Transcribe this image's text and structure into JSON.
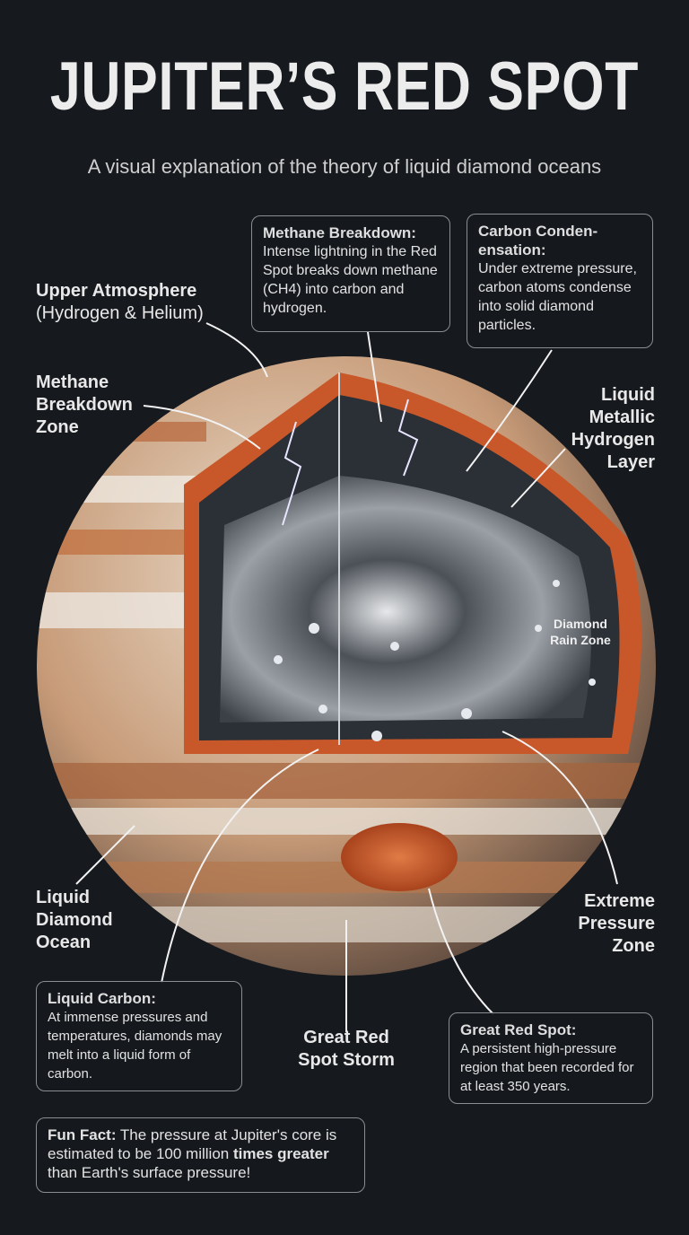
{
  "title": "JUPITER’S RED SPOT",
  "subtitle": "A visual explanation of the theory of liquid diamond oceans",
  "labels": {
    "upper_atmosphere": "Upper Atmosphere",
    "upper_atmosphere_sub": "(Hydrogen & Helium)",
    "methane_zone": "Methane Breakdown Zone",
    "metallic_hydrogen": "Liquid Metallic Hydrogen Layer",
    "diamond_rain": "Diamond Rain Zone",
    "liquid_diamond_ocean": "Liquid Diamond Ocean",
    "extreme_pressure": "Extreme Pressure Zone",
    "storm": "Great Red Spot Storm"
  },
  "boxes": {
    "methane": {
      "title": "Methane Breakdown:",
      "text": "Intense lightning in the Red Spot breaks down methane (CH4) into carbon and hydrogen."
    },
    "carbon": {
      "title": "Carbon Conden-ensation:",
      "text": "Under extreme pressure, carbon atoms condense into solid diamond particles."
    },
    "liquid_carbon": {
      "title": "Liquid Carbon:",
      "text": "At immense pressures and temperatures, diamonds may melt into a liquid form of carbon."
    },
    "red_spot": {
      "title": "Great Red Spot:",
      "text": "A persistent high-pressure region that been recorded for at least 350 years."
    }
  },
  "fun_fact": {
    "lead": "Fun Fact:",
    "text1": " The pressure at Jupiter's core is estimated to be 100 million ",
    "bold": "times greater",
    "text2": " than Earth's surface pressure!"
  },
  "colors": {
    "background": "#16191e",
    "band_orange": "#c8582a",
    "core_gray": "#8a8f96"
  }
}
